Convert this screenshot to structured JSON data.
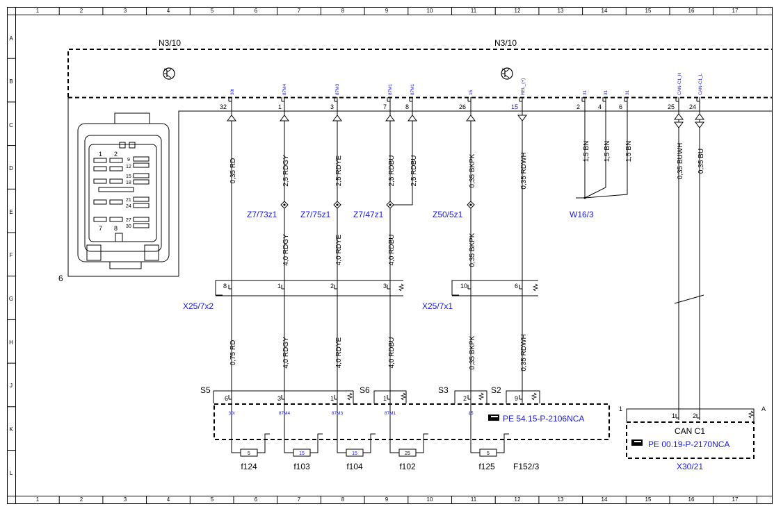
{
  "grid": {
    "columns": [
      "1",
      "2",
      "3",
      "4",
      "5",
      "6",
      "7",
      "8",
      "9",
      "10",
      "11",
      "12",
      "13",
      "14",
      "15",
      "16",
      "17"
    ],
    "rows": [
      "A",
      "B",
      "C",
      "D",
      "E",
      "F",
      "G",
      "H",
      "J",
      "K",
      "L"
    ]
  },
  "module": {
    "label_left": "N3/10",
    "label_right": "N3/10",
    "connector_view_label": "6",
    "cavity_numbers": [
      "1",
      "2",
      "9",
      "12",
      "15",
      "18",
      "21",
      "24",
      "27",
      "30",
      "7",
      "8"
    ]
  },
  "top_pins": [
    {
      "num": "32",
      "sig": "30t"
    },
    {
      "num": "1",
      "sig": "87M4"
    },
    {
      "num": "3",
      "sig": "87M3"
    },
    {
      "num": "7",
      "sig": "87M1"
    },
    {
      "num": "8",
      "sig": "87M1"
    },
    {
      "num": "26",
      "sig": "15"
    },
    {
      "num": "15",
      "sig": "REL_(+)"
    },
    {
      "num": "2",
      "sig": "31"
    },
    {
      "num": "4",
      "sig": "31"
    },
    {
      "num": "6",
      "sig": "31"
    },
    {
      "num": "25",
      "sig": "CAN-C1_H"
    },
    {
      "num": "24",
      "sig": "CAN-C1_L"
    }
  ],
  "wires_upper": [
    "0,35 RD",
    "2,5 RDGY",
    "2,5 RDYE",
    "2,5 RDBU",
    "2,5 RDBU",
    "0,35 BKPK",
    "0,35 RDWH",
    "1,5 BN",
    "1,5 BN",
    "1,5 BN",
    "0,35 BUWH",
    "0,35 BU"
  ],
  "splices": [
    "Z7/73z1",
    "Z7/75z1",
    "Z7/47z1",
    "Z50/5z1",
    "W16/3"
  ],
  "wires_mid": [
    "4,0 RDGY",
    "4,0 RDYE",
    "4,0 RDBU",
    "0,35 BKPK"
  ],
  "x25_7x2": {
    "label": "X25/7x2",
    "pins": [
      "8",
      "1",
      "2",
      "3"
    ]
  },
  "x25_7x1": {
    "label": "X25/7x1",
    "pins": [
      "10",
      "6"
    ]
  },
  "wires_lower": [
    "0,75 RD",
    "4,0 RDGY",
    "4,0 RDYE",
    "4,0 RDBU",
    "0,35 BKPK",
    "0,35 RDWH"
  ],
  "fuse_box": {
    "connectors": [
      "S5",
      "S6",
      "S3",
      "S2"
    ],
    "pins": [
      "6",
      "3",
      "1",
      "1",
      "2",
      "9"
    ],
    "signals": [
      "30t",
      "87M4",
      "87M3",
      "87M1",
      "15"
    ],
    "ref": "PE 54.15-P-2106NCA",
    "fuse_values": [
      "5",
      "15",
      "15",
      "25",
      "5"
    ],
    "fuses": [
      "f124",
      "f103",
      "f104",
      "f102",
      "f125"
    ],
    "label": "F152/3"
  },
  "can_box": {
    "corner_left": "1",
    "corner_right": "A",
    "pins": [
      "1",
      "2"
    ],
    "title": "CAN C1",
    "ref": "PE 00.19-P-2170NCA",
    "label": "X30/21"
  }
}
